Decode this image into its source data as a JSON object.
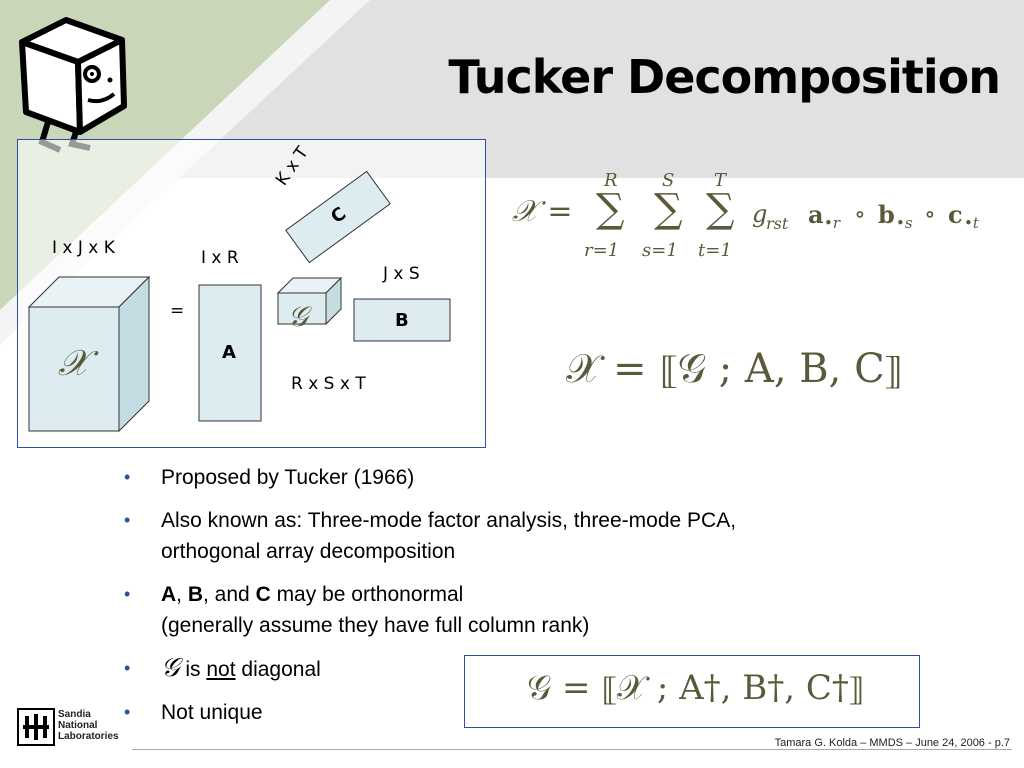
{
  "slide": {
    "title": "Tucker Decomposition",
    "footer": "Tamara G. Kolda – MMDS – June 24, 2006 - p.7",
    "logo": {
      "name": "sandia-logo",
      "lines": [
        "Sandia",
        "National",
        "Laboratories"
      ]
    }
  },
  "diagram": {
    "x_dims": "I x J x K",
    "a_dims": "I x R",
    "b_dims": "J x S",
    "c_dims": "K x T",
    "g_dims": "R x S x T",
    "equals": "=",
    "x_symbol": "𝒳",
    "g_symbol": "𝒢",
    "a_label": "A",
    "b_label": "B",
    "c_label": "C"
  },
  "equations": {
    "sum_form": "𝒳 = Σ_{r=1}^{R} Σ_{s=1}^{S} Σ_{t=1}^{T} g_{rst} a_{•r} ∘ b_{•s} ∘ c_{•t}",
    "sum": {
      "lhs": "𝒳 =",
      "sigma": "∑",
      "upper": [
        "R",
        "S",
        "T"
      ],
      "lower": [
        "r=1",
        "s=1",
        "t=1"
      ],
      "term_g": "g",
      "term_g_sub": "rst",
      "term_a": "a",
      "term_a_sub": "•r",
      "term_b": "b",
      "term_b_sub": "•s",
      "term_c": "c",
      "term_c_sub": "•t",
      "circ": "∘"
    },
    "bracket_form": "𝒳 = ⟦𝒢 ; A, B, C⟧",
    "core_form": "𝒢 = ⟦𝒳 ; A†, B†, C†⟧"
  },
  "bullets": {
    "b1": "Proposed by Tucker (1966)",
    "b2_line1": "Also known as: Three-mode factor analysis, three-mode PCA,",
    "b2_line2": "orthogonal array decomposition",
    "b3_a": "A",
    "b3_sep1": ", ",
    "b3_b": "B",
    "b3_sep2": ", and ",
    "b3_c": "C",
    "b3_rest": " may be orthonormal",
    "b3_line2": "(generally assume they have full column rank)",
    "b4_symbol": "𝒢",
    "b4_pre": " is ",
    "b4_not": "not",
    "b4_post": " diagonal",
    "b5": "Not unique"
  },
  "colors": {
    "frame": "#2e4ea0",
    "box_fill": "#dcecf0",
    "math": "#5a5a3a",
    "bullet_dot": "#2e4ea0"
  }
}
